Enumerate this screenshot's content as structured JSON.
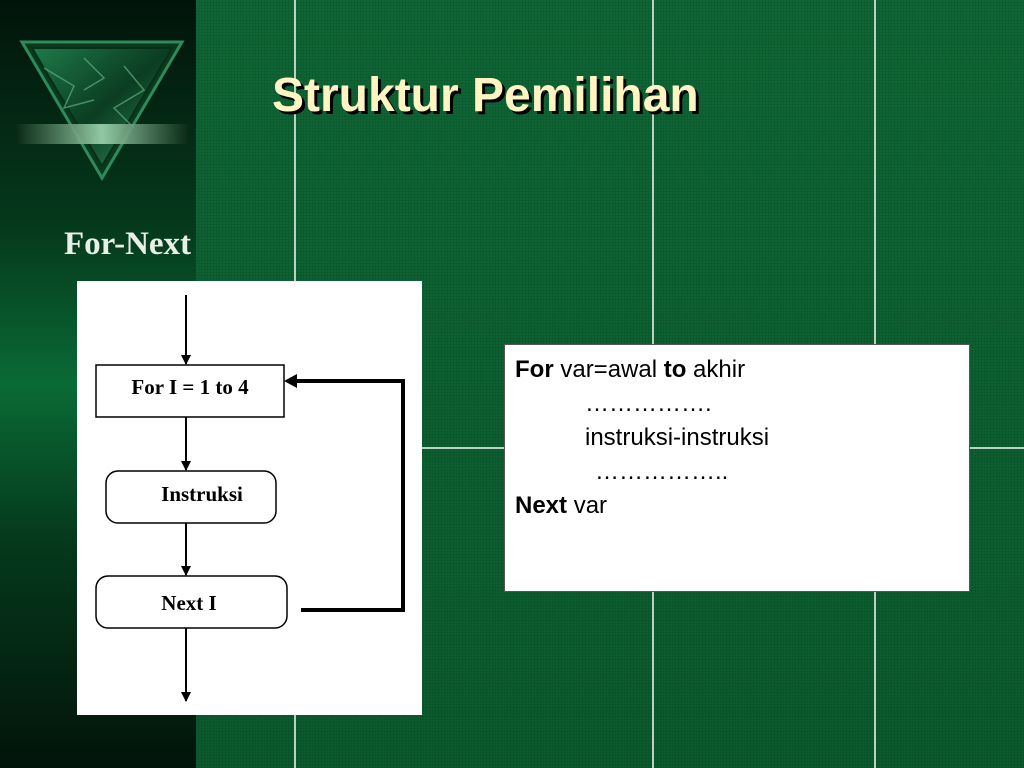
{
  "slide": {
    "title": "Struktur Pemilihan",
    "subtitle": "For-Next"
  },
  "flowchart": {
    "for_box_label": "For  I = 1 to 4",
    "instruction_box_label": "Instruksi",
    "next_box_label": "Next    I"
  },
  "syntax": {
    "line1": {
      "kw_for": "For",
      "text1": " var=awal ",
      "kw_to": "to",
      "text2": " akhir"
    },
    "line2": "…………….",
    "line3": "instruksi-instruksi",
    "line4": "……………..",
    "line5": {
      "kw_next": "Next",
      "text": " var"
    }
  },
  "colors": {
    "background": "#0d5f32",
    "title": "#fff4c2",
    "subtitle": "#e9eee6"
  }
}
